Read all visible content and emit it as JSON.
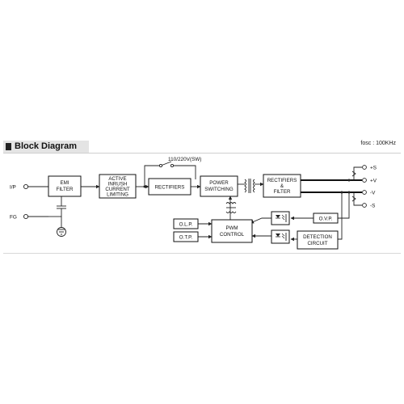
{
  "header": {
    "title": "Block Diagram",
    "frequency": "fosc : 100KHz"
  },
  "inputs": {
    "ip": "I/P",
    "fg": "FG"
  },
  "outputs": {
    "plus_s": "+S",
    "plus_v": "+V",
    "minus_v": "-V",
    "minus_s": "-S"
  },
  "switch_label": "110/220V(SW)",
  "blocks": {
    "emi": [
      "EMI",
      "FILTER"
    ],
    "inrush": [
      "ACTIVE",
      "INRUSH",
      "CURRENT",
      "LIMITING"
    ],
    "rectifiers1": [
      "RECTIFIERS"
    ],
    "power_switching": [
      "POWER",
      "SWITCHING"
    ],
    "rectifiers_filter": [
      "RECTIFIERS",
      "&",
      "FILTER"
    ],
    "pwm": [
      "PWM",
      "CONTROL"
    ],
    "olp": [
      "O.L.P."
    ],
    "otp": [
      "O.T.P."
    ],
    "ovp": [
      "O.V.P."
    ],
    "detection": [
      "DETECTION",
      "CIRCUIT"
    ]
  },
  "colors": {
    "line": "#222222",
    "header_bg": "#e4e4e4"
  }
}
